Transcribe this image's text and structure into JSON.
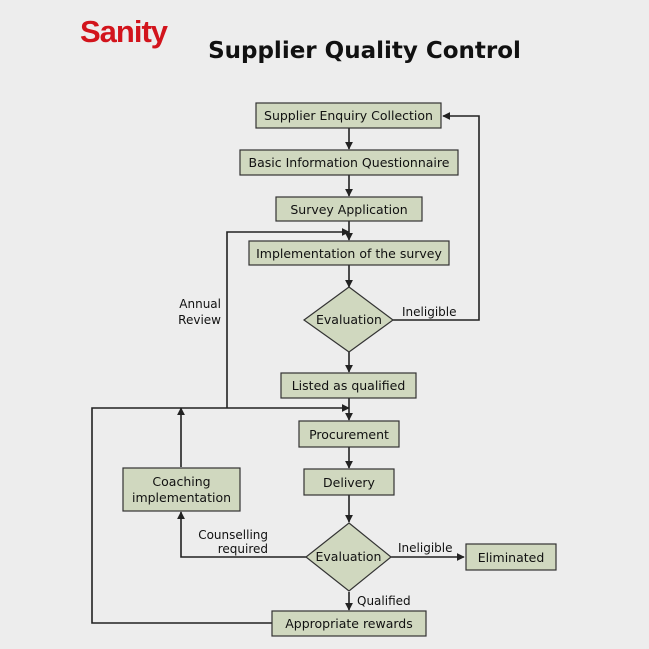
{
  "brand": {
    "logo_text": "Sanity"
  },
  "title": "Supplier Quality Control",
  "nodes": {
    "enquiry": "Supplier Enquiry Collection",
    "questionnaire": "Basic Information Questionnaire",
    "survey_app": "Survey Application",
    "implementation": "Implementation of the survey",
    "evaluation1": "Evaluation",
    "listed": "Listed as qualified",
    "procurement": "Procurement",
    "delivery": "Delivery",
    "evaluation2": "Evaluation",
    "coaching_line1": "Coaching",
    "coaching_line2": "implementation",
    "eliminated": "Eliminated",
    "rewards": "Appropriate rewards"
  },
  "edge_labels": {
    "ineligible1": "Ineligible",
    "annual_line1": "Annual",
    "annual_line2": "Review",
    "ineligible2": "Ineligible",
    "counselling_line1": "Counselling",
    "counselling_line2": "required",
    "qualified": "Qualified"
  }
}
